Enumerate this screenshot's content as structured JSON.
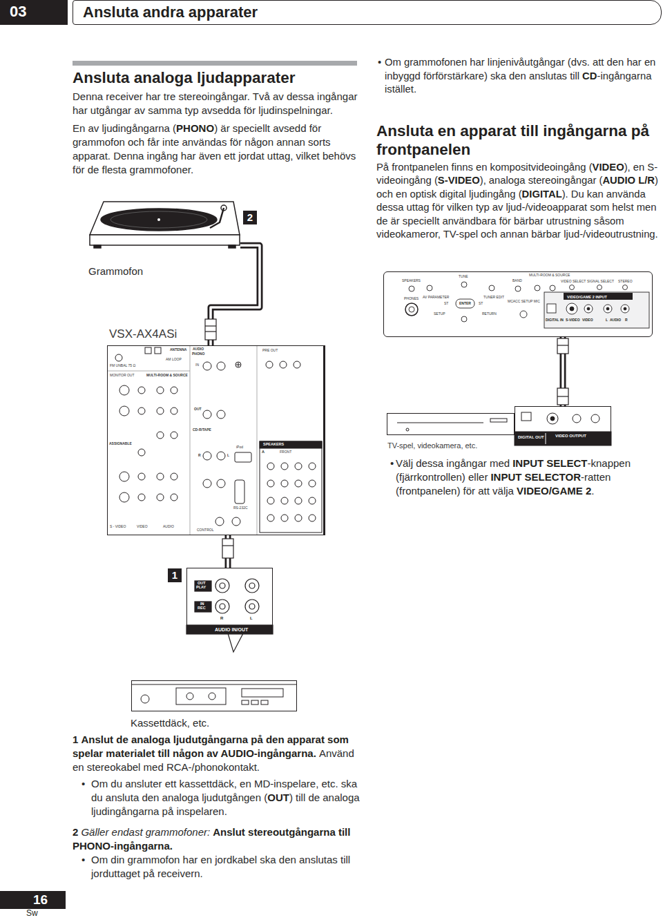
{
  "diagram": {
    "title": "Ansluta andra apparater",
    "nodes": [
      {
        "text": [
          "03"
        ]
      },
      {
        "text": [
          "Grammofon"
        ]
      },
      {
        "text": [
          "VSX-AX4ASi"
        ]
      },
      {
        "text": [
          "AUDIO IN/OUT"
        ]
      },
      {
        "text": [
          "Kassettdäck, etc."
        ]
      },
      {
        "text": [
          "VIDEO/GAME 2 INPUT"
        ]
      },
      {
        "text": [
          "VIDEO OUTPUT"
        ]
      },
      {
        "text": [
          "TV-spel, videokamera, etc."
        ]
      },
      {
        "text": [
          "16"
        ]
      }
    ],
    "edges": [
      {
        "from": 1,
        "to": 2,
        "label": "2",
        "arrow": "none"
      },
      {
        "from": 3,
        "to": 2,
        "label": "1",
        "arrow": "none"
      },
      {
        "from": 6,
        "to": 5,
        "arrow": "none"
      }
    ],
    "labels": [
      "Ansluta analoga ljudapparater",
      "Denna receiver har tre stereoingångar. Två av dessa ingångar har utgångar av samma typ avsedda för ljudinspelningar.",
      "En av ljudingångarna (",
      "PHONO",
      ") är speciellt avsedd för grammofon och får inte användas för någon annan sorts apparat. Denna ingång har även ett jordat uttag, vilket behövs för de flesta grammofoner.",
      "•",
      "Om grammofonen har linjenivåutgångar (dvs. att den har en inbyggd förförstärkare) ska den anslutas till",
      "CD",
      "-ingångarna istället.",
      "Ansluta en apparat till ingångarna på frontpanelen",
      "På frontpanelen finns en kompositvideoingång (",
      "VIDEO",
      "), en S-videoingång (",
      "S-VIDEO",
      "), analoga stereoingångar (",
      "AUDIO L/R",
      ") och en optisk digital ljudingång (",
      "DIGITAL",
      "). Du kan använda dessa uttag för vilken typ av ljud-/videoapparat som helst men de är speciellt användbara för bärbar utrustning såsom videokameror, TV-spel och annan bärbar ljud-/videoutrustning.",
      "•",
      "Välj dessa ingångar med",
      "INPUT SELECT",
      "-knappen (fjärrkontrollen) eller",
      "INPUT SELECTOR",
      "-ratten (frontpanelen) för att välja",
      "VIDEO/GAME 2",
      ".",
      "1",
      "Anslut de analoga ljudutgångarna på den apparat som spelar materialet till någon av AUDIO-ingångarna.",
      "Använd en stereokabel med RCA-/phonokontakt.",
      "•",
      "Om du ansluter ett kassettdäck, en MD-inspelare, etc. ska du ansluta den analoga ljudutgången (",
      "OUT",
      ") till de analoga ljudingångarna på inspelaren.",
      "2",
      "Gäller endast grammofoner:",
      "Anslut stereoutgångarna till PHONO-ingångarna.",
      "•",
      "Om din grammofon har en jordkabel ska den anslutas till jorduttaget på receivern.",
      "Sw",
      "FM UNBAL 75 Ω",
      "ANTENNA",
      "AM LOOP",
      "AUDIO",
      "PHONO",
      "IN",
      "PRE OUT",
      "MONITOR OUT",
      "OUT",
      "CD-R/TAPE",
      "R",
      "L",
      "SPEAKERS",
      "A",
      "FRONT",
      "iPod",
      "RS-232C",
      "S - VIDEO",
      "VIDEO",
      "AUDIO",
      "CONTROL",
      "ASSIGNABLE",
      "MULTI-ROOM & SOURCE",
      "OUT",
      "PLAY",
      "IN",
      "REC",
      "R",
      "L",
      "SPEAKERS",
      "PHONES",
      "AV PARAMETER",
      "TUNE",
      "TUNER EDIT",
      "ENTER",
      "ST",
      "ST",
      "SETUP",
      "RETURN",
      "BAND",
      "MULTI-ROOM & SOURCE",
      "VIDEO SELECT",
      "SIGNAL SELECT",
      "STEREO",
      "MCACC SETUP MIC",
      "DIGITAL IN",
      "S-VIDEO",
      "VIDEO",
      "L",
      "AUDIO",
      "R",
      "DIGITAL OUT"
    ]
  }
}
